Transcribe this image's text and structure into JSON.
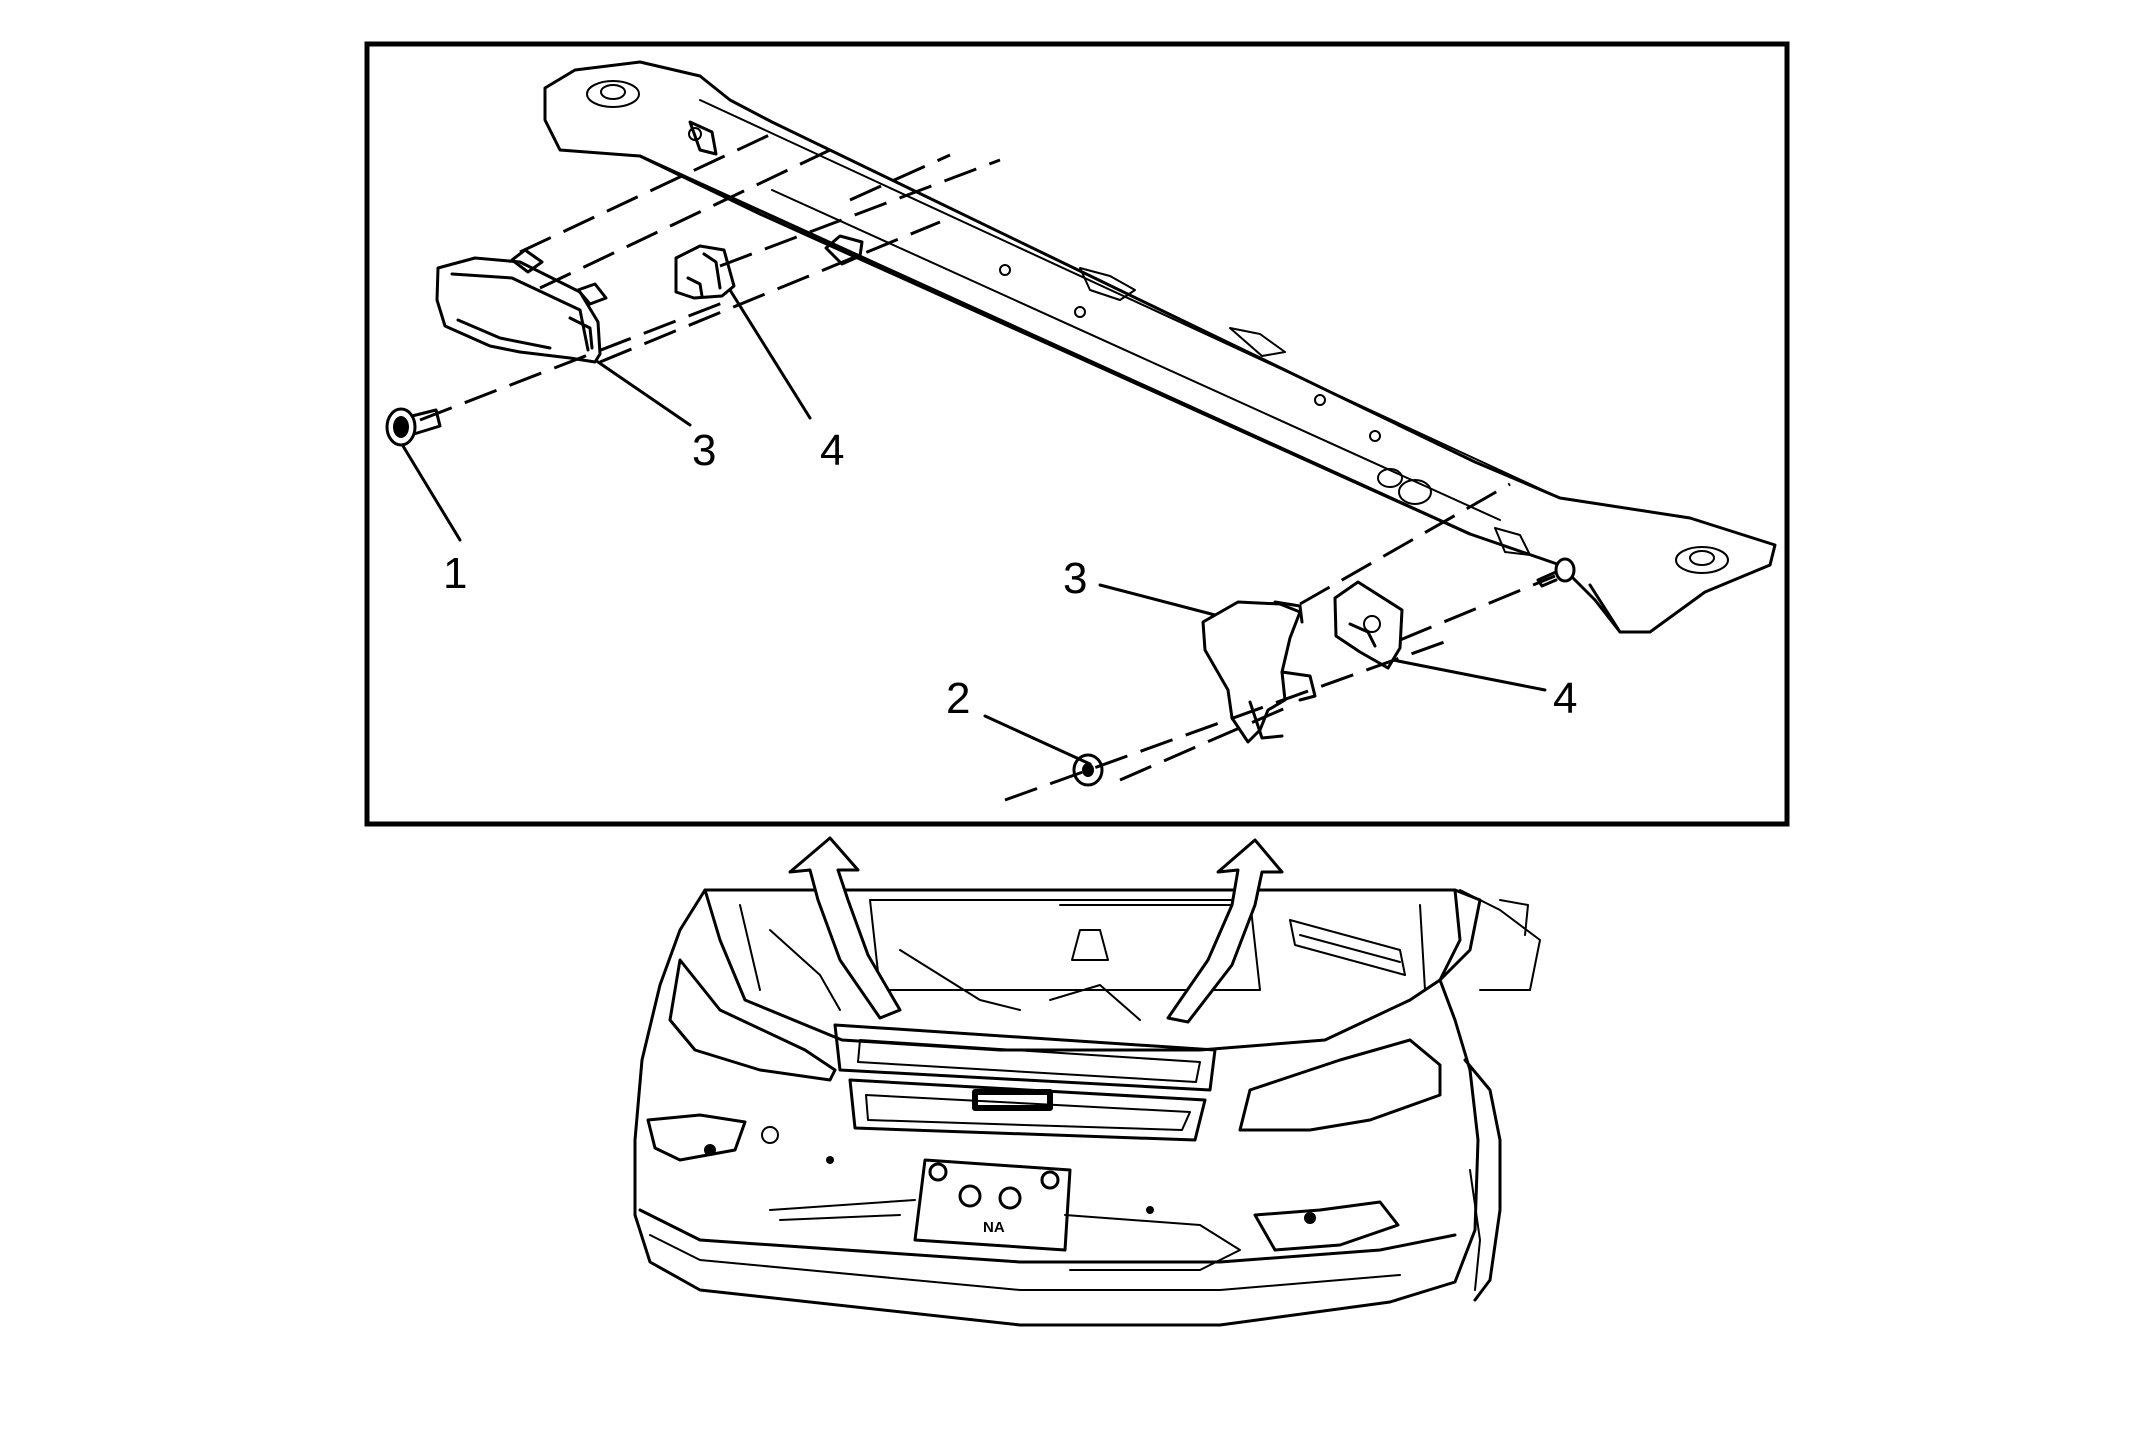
{
  "callouts": {
    "c1": "1",
    "c2": "2",
    "c3_left": "3",
    "c3_right": "3",
    "c4_left": "4",
    "c4_right": "4"
  },
  "plate": {
    "text": "NA"
  }
}
